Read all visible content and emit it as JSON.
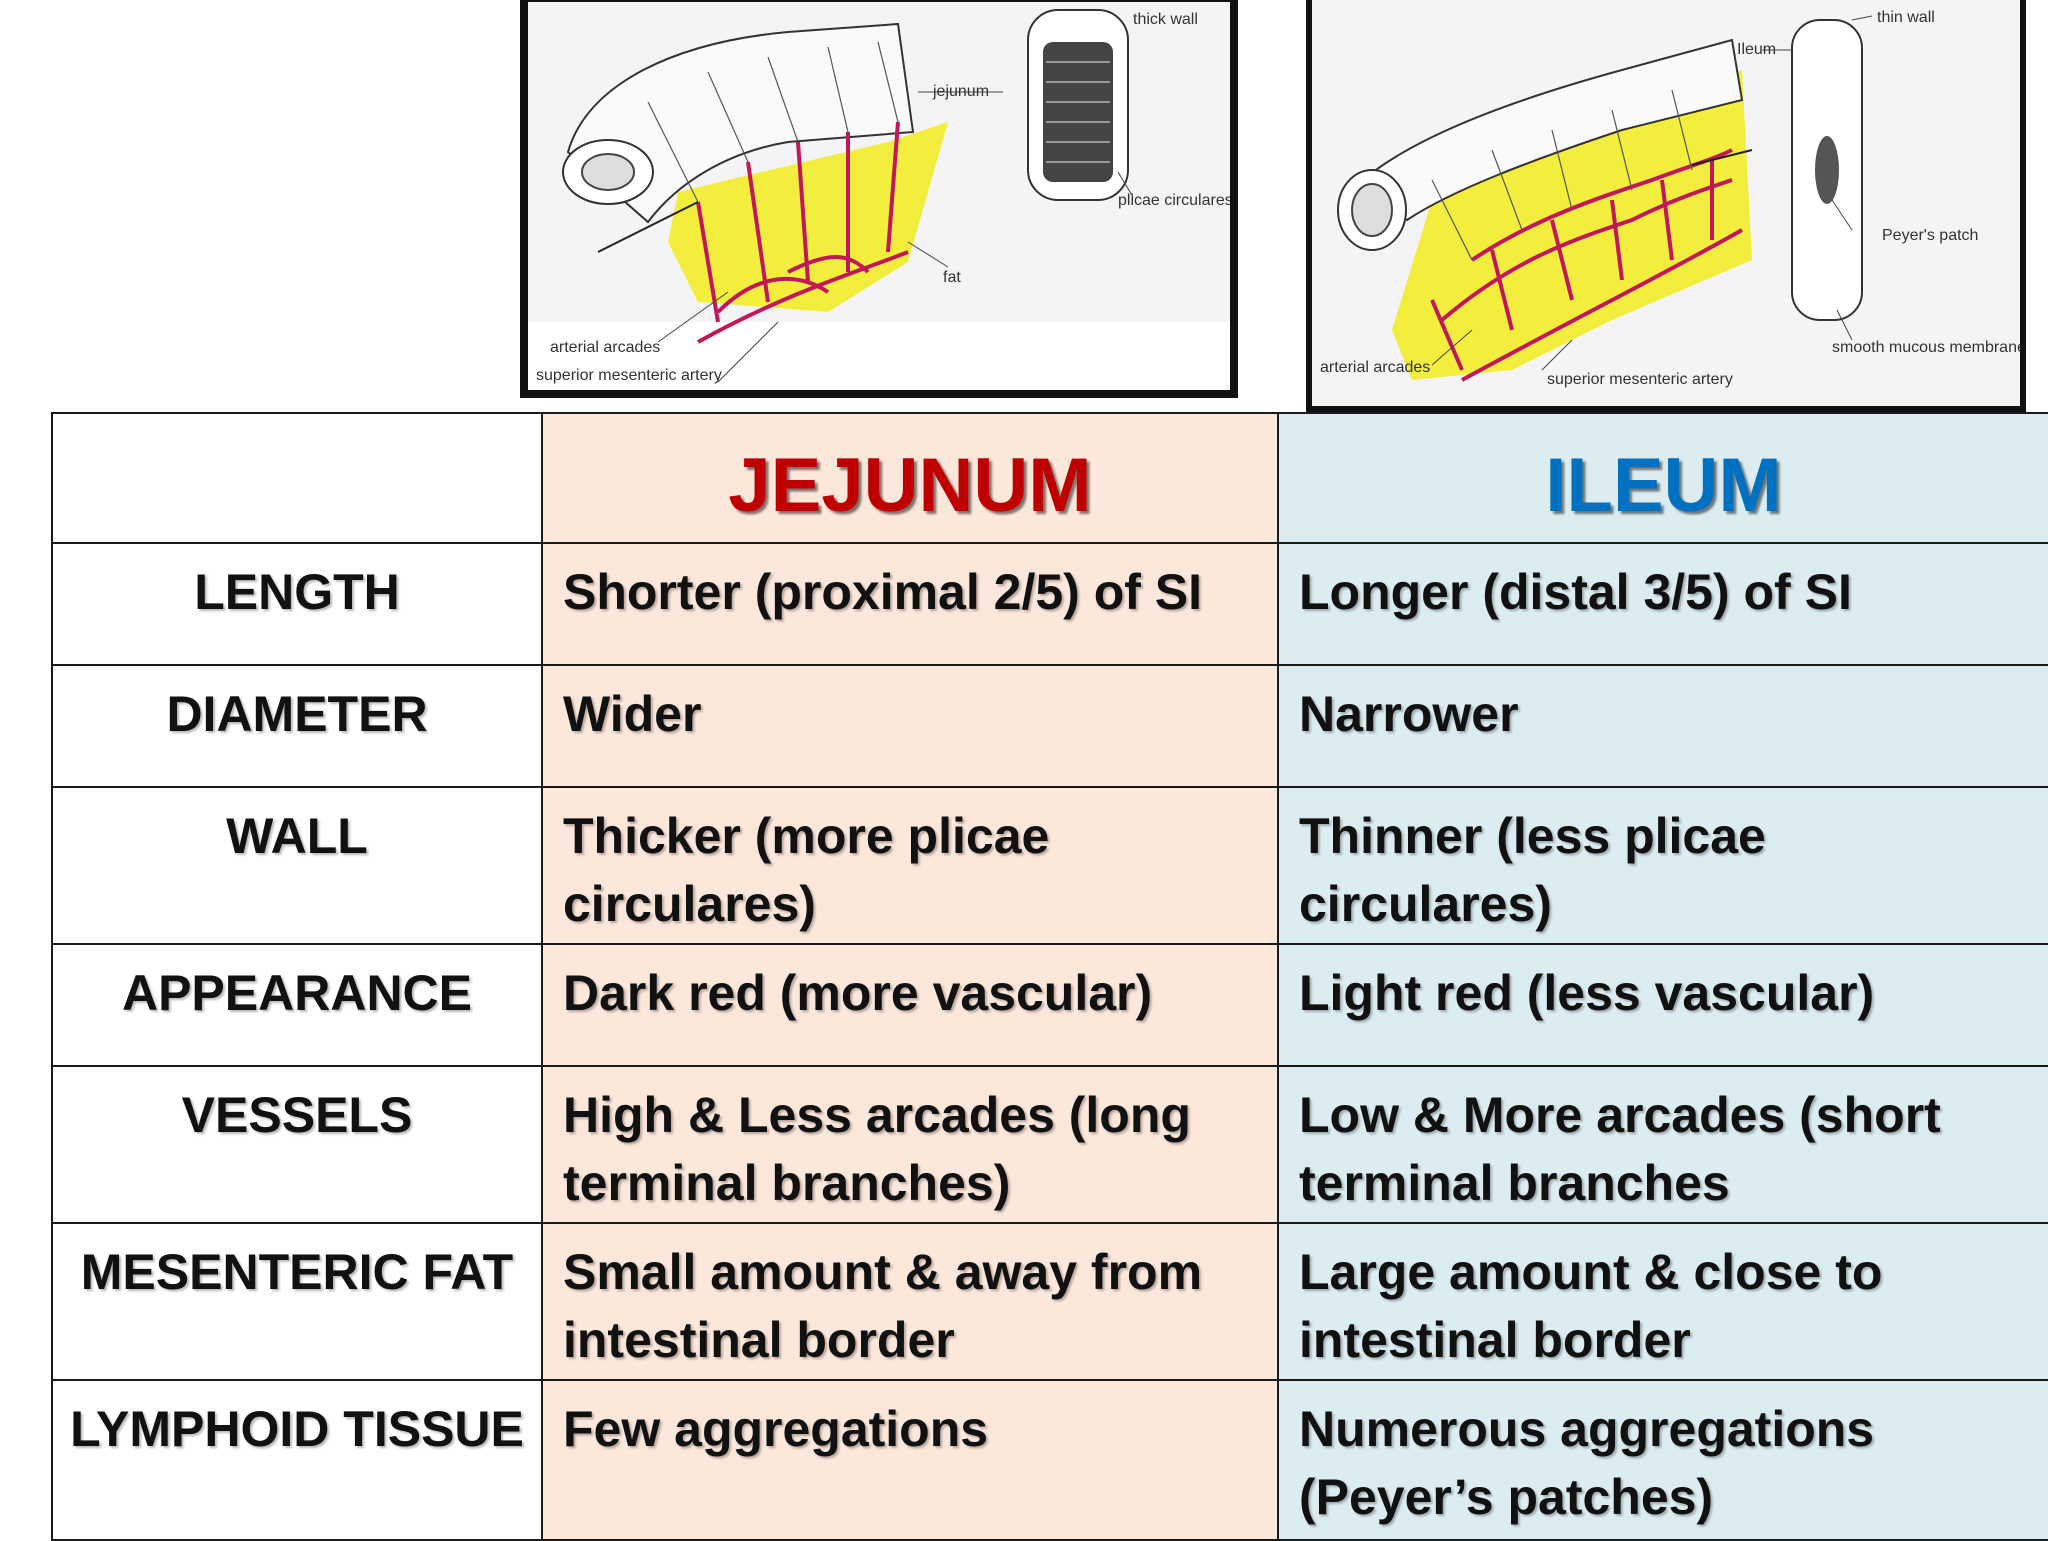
{
  "figures": {
    "jejunum": {
      "labels": [
        "thick wall",
        "jejunum",
        "plicae circulares",
        "fat",
        "arterial arcades",
        "superior mesenteric artery"
      ]
    },
    "ileum": {
      "labels": [
        "thin wall",
        "Ileum",
        "Peyer's patch",
        "smooth mucous membrane",
        "arterial arcades",
        "superior mesenteric artery"
      ]
    }
  },
  "table": {
    "headers": {
      "jejunum": "JEJUNUM",
      "ileum": "ILEUM"
    },
    "colors": {
      "jejunum_header": "#c00000",
      "ileum_header": "#0070c0",
      "jejunum_bg": "#fce7db",
      "ileum_bg": "#dcedf2"
    },
    "rows": [
      {
        "feature": "LENGTH",
        "jejunum": "Shorter (proximal 2/5) of SI",
        "ileum": "Longer (distal 3/5) of SI"
      },
      {
        "feature": "DIAMETER",
        "jejunum": "Wider",
        "ileum": "Narrower"
      },
      {
        "feature": "WALL",
        "jejunum": "Thicker (more plicae circulares)",
        "ileum": "Thinner (less plicae circulares)"
      },
      {
        "feature": "APPEARANCE",
        "jejunum": "Dark red  (more vascular)",
        "ileum": "Light red (less vascular)"
      },
      {
        "feature": "VESSELS",
        "jejunum": "High & Less arcades (long terminal branches)",
        "ileum": "Low & More arcades (short terminal branches"
      },
      {
        "feature": "MESENTERIC FAT",
        "jejunum": "Small amount & away from intestinal border",
        "ileum": "Large amount & close to intestinal border"
      },
      {
        "feature": "LYMPHOID TISSUE",
        "jejunum": "Few aggregations",
        "ileum": "Numerous aggregations (Peyer’s patches)"
      }
    ]
  }
}
